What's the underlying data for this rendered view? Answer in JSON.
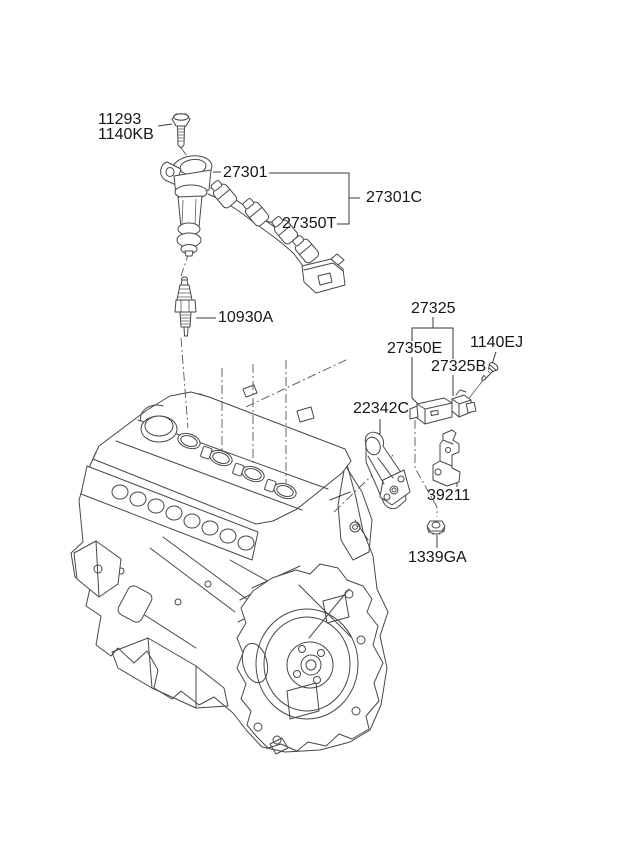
{
  "diagram": {
    "kind": "engine-parts-diagram",
    "description": "Spark plug / ignition coil engine parts exploded diagram",
    "colors": {
      "background": "#ffffff",
      "line": "#474747",
      "text": "#161616"
    },
    "labels": [
      {
        "id": "11293",
        "text": "11293"
      },
      {
        "id": "1140KB",
        "text": "1140KB"
      },
      {
        "id": "27301",
        "text": "27301"
      },
      {
        "id": "27301C",
        "text": "27301C"
      },
      {
        "id": "27350T",
        "text": "27350T"
      },
      {
        "id": "10930A",
        "text": "10930A"
      },
      {
        "id": "27325",
        "text": "27325"
      },
      {
        "id": "27350E",
        "text": "27350E"
      },
      {
        "id": "27325B",
        "text": "27325B"
      },
      {
        "id": "1140EJ",
        "text": "1140EJ"
      },
      {
        "id": "22342C",
        "text": "22342C"
      },
      {
        "id": "39211",
        "text": "39211"
      },
      {
        "id": "1339GA",
        "text": "1339GA"
      }
    ],
    "illustrations": [
      "flange-bolt",
      "ignition-coil",
      "spark-plug-wire-set",
      "spark-plug",
      "engine-assembly",
      "bracket-strap",
      "condenser-bracket",
      "condenser",
      "tapping-screw",
      "mounting-bracket",
      "flange-nut"
    ]
  }
}
